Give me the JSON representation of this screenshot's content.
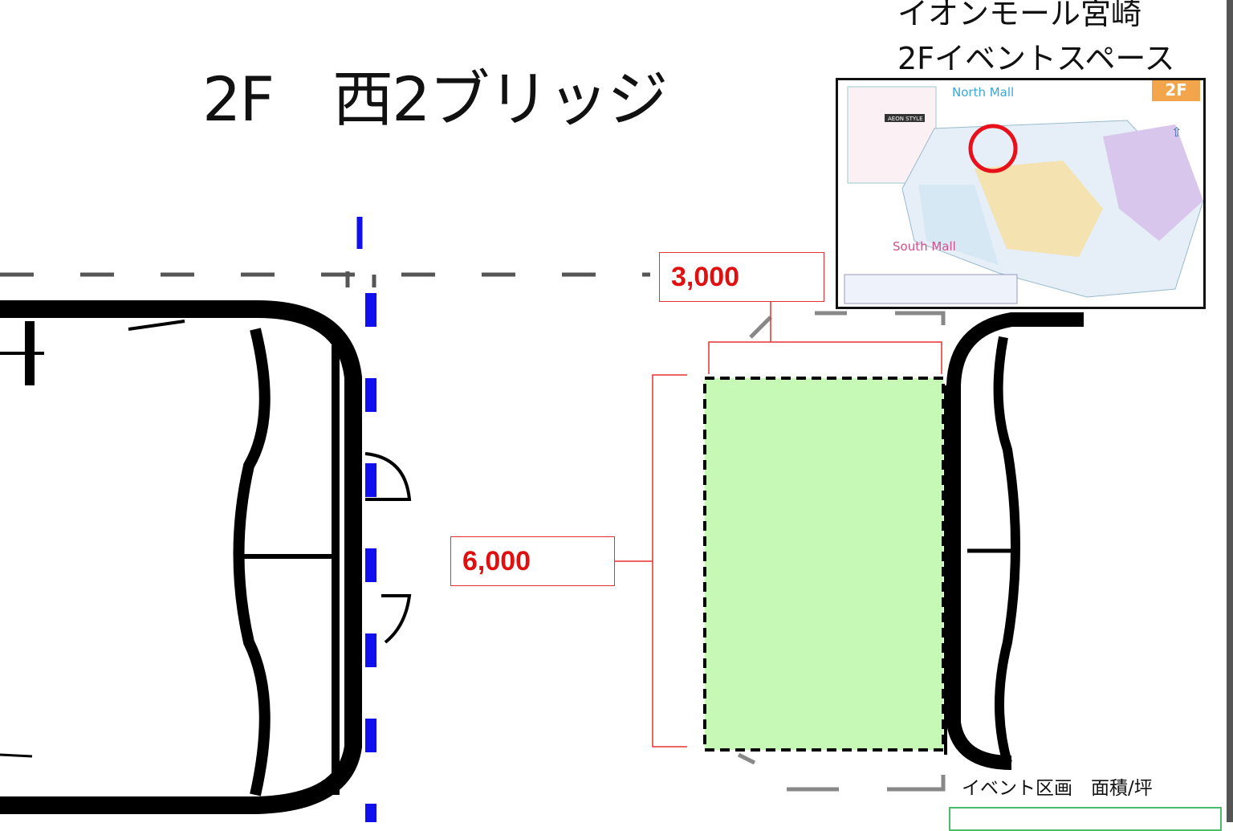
{
  "title": "2F　西2ブリッジ",
  "mall": {
    "name": "イオンモール宮崎",
    "subtitle": "2Fイベントスペース"
  },
  "dimensions": {
    "width": "3,000",
    "depth": "6,000"
  },
  "map": {
    "north_label": "North Mall",
    "south_label": "South Mall",
    "floor_badge": "2F",
    "brand_label": "AEON STYLE"
  },
  "area": {
    "label": "イベント区画　面積/坪"
  },
  "colors": {
    "event_area": "#c5f9b5",
    "dimension": "#e01010",
    "axis": "#1010ee",
    "highlight": "#e8101a"
  }
}
